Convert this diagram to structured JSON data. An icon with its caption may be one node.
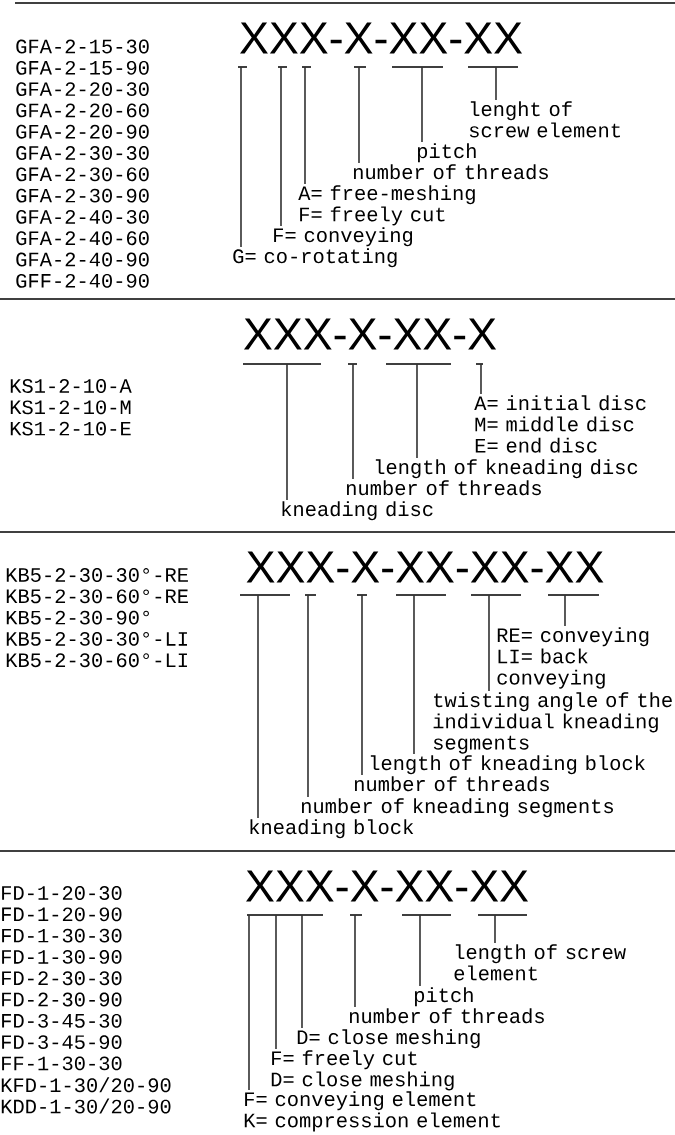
{
  "diagram": {
    "nodes": [
      {
        "text": [],
        "shape": "bar"
      },
      {
        "text": [],
        "shape": "bar"
      },
      {
        "text": [],
        "shape": "bar"
      },
      {
        "text": [],
        "shape": "bar"
      },
      {
        "text": [],
        "shape": "bar"
      },
      {
        "text": [],
        "shape": "bar"
      },
      {
        "text": [
          "lenght of screw element"
        ]
      },
      {
        "text": [
          "pitch"
        ]
      },
      {
        "text": [
          "number of threads"
        ]
      },
      {
        "text": [
          "A= free-meshing",
          "F= freely cut"
        ]
      },
      {
        "text": [
          "F= conveying"
        ]
      },
      {
        "text": [
          "G= co-rotating"
        ]
      },
      {
        "text": [],
        "shape": "bar"
      },
      {
        "text": [],
        "shape": "bar"
      },
      {
        "text": [],
        "shape": "bar"
      },
      {
        "text": [],
        "shape": "bar"
      },
      {
        "text": [
          "A= initial disc",
          "M= middle disc",
          "E= end disc"
        ]
      },
      {
        "text": [
          "length of kneading disc"
        ]
      },
      {
        "text": [
          "number of threads"
        ]
      },
      {
        "text": [
          "kneading disc"
        ]
      },
      {
        "text": [],
        "shape": "bar"
      },
      {
        "text": [],
        "shape": "bar"
      },
      {
        "text": [],
        "shape": "bar"
      },
      {
        "text": [],
        "shape": "bar"
      },
      {
        "text": [],
        "shape": "bar"
      },
      {
        "text": [],
        "shape": "bar"
      },
      {
        "text": [
          "RE= conveying",
          "LI= back conveying"
        ]
      },
      {
        "text": [
          "twisting angle of the individual kneading segments"
        ]
      },
      {
        "text": [
          "length of kneading block"
        ]
      },
      {
        "text": [
          "number of threads"
        ]
      },
      {
        "text": [
          "number of kneading segments"
        ]
      },
      {
        "text": [
          "kneading block"
        ]
      },
      {
        "text": [],
        "shape": "bar"
      },
      {
        "text": [],
        "shape": "bar"
      },
      {
        "text": [],
        "shape": "bar"
      },
      {
        "text": [],
        "shape": "bar"
      },
      {
        "text": [
          "length of screw element"
        ]
      },
      {
        "text": [
          "pitch"
        ]
      },
      {
        "text": [
          "number of threads"
        ]
      },
      {
        "text": [
          "D= close meshing"
        ]
      },
      {
        "text": [
          "F= freely cut",
          "D= close meshing"
        ]
      },
      {
        "text": [
          "F= conveying element",
          "K= compression element"
        ]
      }
    ],
    "edges": [
      {
        "from": 0,
        "to": 11,
        "arrow": "none"
      },
      {
        "from": 1,
        "to": 10,
        "arrow": "none"
      },
      {
        "from": 2,
        "to": 9,
        "arrow": "none"
      },
      {
        "from": 3,
        "to": 8,
        "arrow": "none"
      },
      {
        "from": 4,
        "to": 7,
        "arrow": "none"
      },
      {
        "from": 5,
        "to": 6,
        "arrow": "none"
      },
      {
        "from": 12,
        "to": 19,
        "arrow": "none"
      },
      {
        "from": 13,
        "to": 18,
        "arrow": "none"
      },
      {
        "from": 14,
        "to": 17,
        "arrow": "none"
      },
      {
        "from": 15,
        "to": 16,
        "arrow": "none"
      },
      {
        "from": 20,
        "to": 31,
        "arrow": "none"
      },
      {
        "from": 21,
        "to": 30,
        "arrow": "none"
      },
      {
        "from": 22,
        "to": 29,
        "arrow": "none"
      },
      {
        "from": 23,
        "to": 28,
        "arrow": "none"
      },
      {
        "from": 24,
        "to": 27,
        "arrow": "none"
      },
      {
        "from": 25,
        "to": 26,
        "arrow": "none"
      },
      {
        "from": 32,
        "to": 41,
        "arrow": "none"
      },
      {
        "from": 32,
        "to": 40,
        "arrow": "none"
      },
      {
        "from": 32,
        "to": 39,
        "arrow": "none"
      },
      {
        "from": 33,
        "to": 38,
        "arrow": "none"
      },
      {
        "from": 34,
        "to": 37,
        "arrow": "none"
      },
      {
        "from": 35,
        "to": 36,
        "arrow": "none"
      }
    ],
    "labels": [
      "XXX-X-XX-XX",
      "GFA-2-15-30",
      "GFA-2-15-90",
      "GFA-2-20-30",
      "GFA-2-20-60",
      "GFA-2-20-90",
      "GFA-2-30-30",
      "GFA-2-30-60",
      "GFA-2-30-90",
      "GFA-2-40-30",
      "GFA-2-40-60",
      "GFA-2-40-90",
      "GFF-2-40-90",
      "XXX-X-XX-X",
      "KS1-2-10-A",
      "KS1-2-10-M",
      "KS1-2-10-E",
      "XXX-X-XX-XX-XX",
      "KB5-2-30-30°-RE",
      "KB5-2-30-60°-RE",
      "KB5-2-30-90°",
      "KB5-2-30-30°-LI",
      "KB5-2-30-60°-LI",
      "XXX-X-XX-XX",
      "FD-1-20-30",
      "FD-1-20-90",
      "FD-1-30-30",
      "FD-1-30-90",
      "FD-2-30-30",
      "FD-2-30-90",
      "FD-3-45-30",
      "FD-3-45-90",
      "FF-1-30-30",
      "KFD-1-30/20-90",
      "KDD-1-30/20-90"
    ]
  }
}
